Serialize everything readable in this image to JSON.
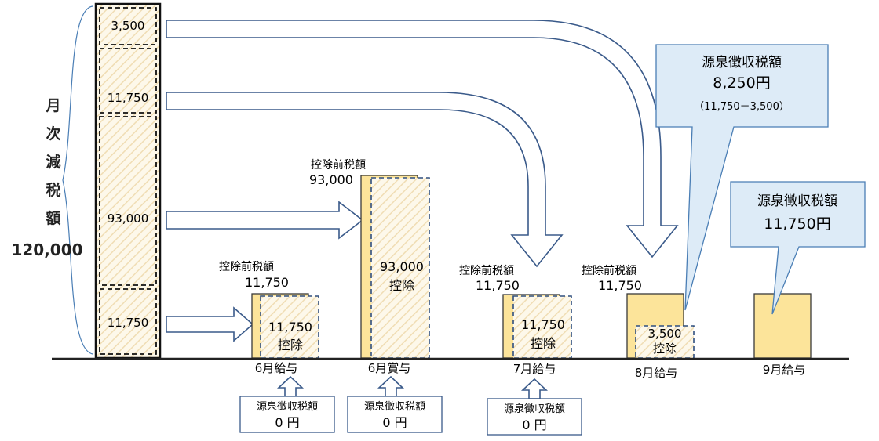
{
  "total": {
    "label_chars": [
      "月",
      "次",
      "減",
      "税",
      "額"
    ],
    "amount": "120,000",
    "segments": [
      "3,500",
      "11,750",
      "93,000",
      "11,750"
    ]
  },
  "payments": [
    {
      "id": "jun-salary",
      "label": "6月給与",
      "pre_tax_label": "控除前税額",
      "pre_tax": "11,750",
      "deduction_amount": "11,750",
      "deduction_label": "控除",
      "withholding": {
        "title": "源泉徴収税額",
        "value": "0 円"
      }
    },
    {
      "id": "jun-bonus",
      "label": "6月賞与",
      "pre_tax_label": "控除前税額",
      "pre_tax": "93,000",
      "deduction_amount": "93,000",
      "deduction_label": "控除",
      "withholding": {
        "title": "源泉徴収税額",
        "value": "0 円"
      }
    },
    {
      "id": "jul-salary",
      "label": "7月給与",
      "pre_tax_label": "控除前税額",
      "pre_tax": "11,750",
      "deduction_amount": "11,750",
      "deduction_label": "控除",
      "withholding": {
        "title": "源泉徴収税額",
        "value": "0 円"
      }
    },
    {
      "id": "aug-salary",
      "label": "8月給与",
      "pre_tax_label": "控除前税額",
      "pre_tax": "11,750",
      "deduction_amount": "3,500",
      "deduction_label": "控除"
    },
    {
      "id": "sep-salary",
      "label": "9月給与"
    }
  ],
  "callouts": {
    "august": {
      "title": "源泉徴収税額",
      "amount": "8,250円",
      "formula": "（11,750－3,500）"
    },
    "september": {
      "title": "源泉徴収税額",
      "amount": "11,750円"
    }
  },
  "colors": {
    "bar_fill": "#fce49a",
    "bar_stroke": "#3a3a3a",
    "hatch_bg": "#fdf8ea",
    "hatch_line": "#f0ddb4",
    "callout_fill": "#ddebf7",
    "callout_stroke": "#4a7eb5",
    "arrow_stroke": "#3a5a8a",
    "dash_stroke": "#2f4f7f"
  }
}
